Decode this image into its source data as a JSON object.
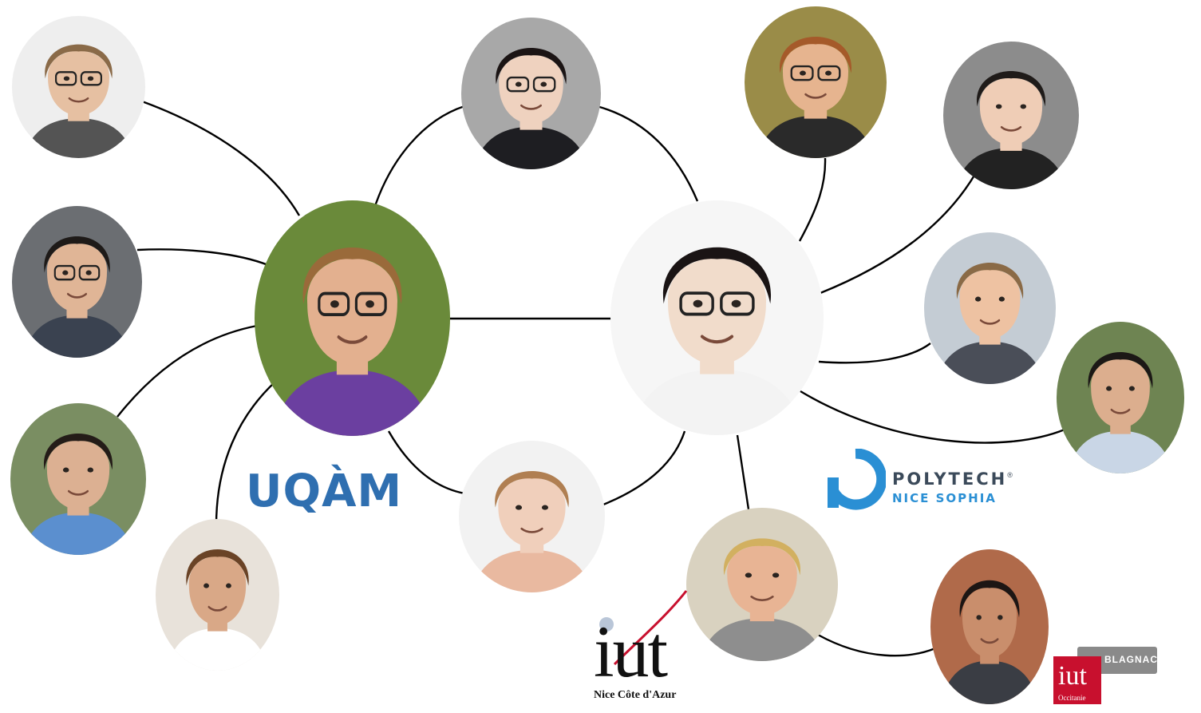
{
  "logos": {
    "uqam": {
      "text": "UQÀM"
    },
    "polytech": {
      "name": "POLYTECH",
      "registered": "®",
      "subtitle": "NICE SOPHIA"
    },
    "iut_nice": {
      "word": "iut",
      "subtitle": "Nice Côte d'Azur"
    },
    "iut_blagnac": {
      "label": "BLAGNAC",
      "word": "iut",
      "subtitle": "Occitanie"
    }
  },
  "colors": {
    "link": "#000000",
    "uqam_blue": "#2f6fb0",
    "polytech_blue": "#2a8fd4",
    "polytech_gray": "#3b4a5a",
    "iut_red": "#c8102e",
    "blagnac_gray": "#8a8a8a"
  },
  "people": [
    {
      "id": "hub-left",
      "hair": "#9a6a3a",
      "skin": "#e3b08f",
      "shirt": "#6b3fa0",
      "bg": "#6a8a3a",
      "glasses": true
    },
    {
      "id": "hub-right",
      "hair": "#1a1414",
      "skin": "#f1dccb",
      "shirt": "#f3f3f3",
      "bg": "#f6f6f6",
      "glasses": true
    },
    {
      "id": "top-left",
      "hair": "#8a6a48",
      "skin": "#e6c0a2",
      "shirt": "#545454",
      "bg": "#eeeeee",
      "glasses": true
    },
    {
      "id": "mid-left",
      "hair": "#1e1a18",
      "skin": "#e0b596",
      "shirt": "#3a4250",
      "bg": "#6b6e72",
      "glasses": true
    },
    {
      "id": "lower-left",
      "hair": "#241c18",
      "skin": "#dcb092",
      "shirt": "#5b8fcf",
      "bg": "#7a8e62",
      "glasses": false
    },
    {
      "id": "bottom-left",
      "hair": "#6a4326",
      "skin": "#d9a887",
      "shirt": "#ffffff",
      "bg": "#e8e2da",
      "glasses": false
    },
    {
      "id": "top-center",
      "hair": "#1b1414",
      "skin": "#efd2bf",
      "shirt": "#1e1e22",
      "bg": "#a8a8a8",
      "glasses": true
    },
    {
      "id": "bottom-center",
      "hair": "#b07f52",
      "skin": "#f0cfbb",
      "shirt": "#e9b9a0",
      "bg": "#f2f2f2",
      "glasses": false
    },
    {
      "id": "top-right-1",
      "hair": "#a55a2a",
      "skin": "#e6b48f",
      "shirt": "#2a2a2a",
      "bg": "#9a8c48",
      "glasses": true
    },
    {
      "id": "top-right-2",
      "hair": "#1f1b19",
      "skin": "#efcdb6",
      "shirt": "#222222",
      "bg": "#8c8c8c",
      "glasses": false
    },
    {
      "id": "mid-right",
      "hair": "#8a6a46",
      "skin": "#eec2a2",
      "shirt": "#4a4e58",
      "bg": "#c4ccd4",
      "glasses": false
    },
    {
      "id": "far-right",
      "hair": "#1c1816",
      "skin": "#dcae8e",
      "shirt": "#c9d6e6",
      "bg": "#6e8452",
      "glasses": false
    },
    {
      "id": "bottom-right-1",
      "hair": "#d2b060",
      "skin": "#e8b494",
      "shirt": "#8e8e8e",
      "bg": "#d9d2c0",
      "glasses": false
    },
    {
      "id": "bottom-right-2",
      "hair": "#1c1614",
      "skin": "#c98e6c",
      "shirt": "#3a3d44",
      "bg": "#b06a4a",
      "glasses": false
    }
  ],
  "links": [
    [
      "top-left",
      "hub-left"
    ],
    [
      "mid-left",
      "hub-left"
    ],
    [
      "lower-left",
      "hub-left"
    ],
    [
      "bottom-left",
      "hub-left"
    ],
    [
      "hub-left",
      "top-center"
    ],
    [
      "top-center",
      "hub-right"
    ],
    [
      "hub-left",
      "hub-right"
    ],
    [
      "hub-left",
      "bottom-center"
    ],
    [
      "bottom-center",
      "hub-right"
    ],
    [
      "hub-right",
      "top-right-1"
    ],
    [
      "hub-right",
      "top-right-2"
    ],
    [
      "hub-right",
      "mid-right"
    ],
    [
      "hub-right",
      "far-right"
    ],
    [
      "hub-right",
      "bottom-right-1"
    ],
    [
      "bottom-right-1",
      "bottom-right-2"
    ]
  ]
}
